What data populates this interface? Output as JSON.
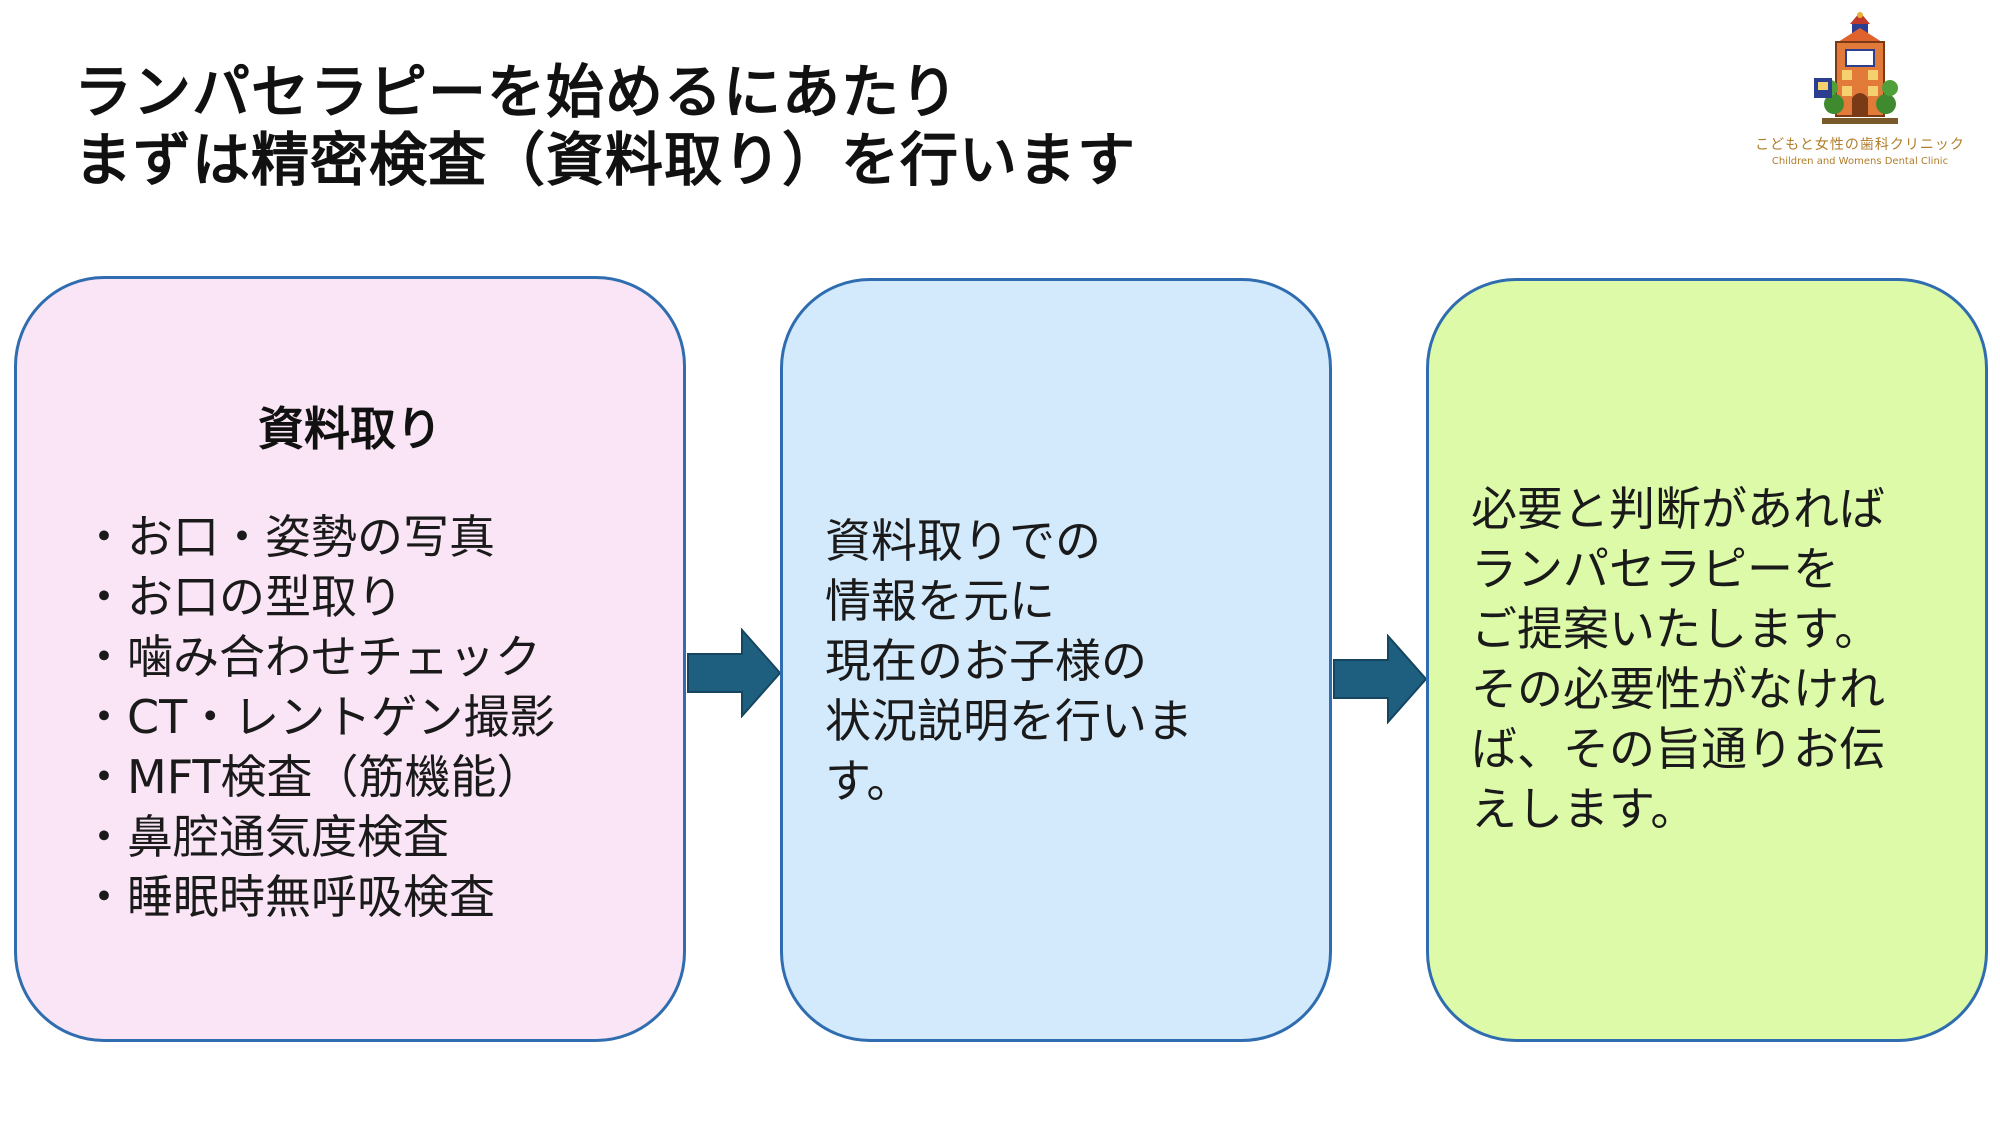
{
  "title": {
    "line1": "ランパセラピーを始めるにあたり",
    "line2": "まずは精密検査（資料取り）を行います"
  },
  "logo": {
    "jp_text": "こどもと女性の歯科クリニック",
    "en_text": "Children and Womens Dental Clinic"
  },
  "step1": {
    "heading": "資料取り",
    "items": [
      "・お口・姿勢の写真",
      "・お口の型取り",
      "・噛み合わせチェック",
      "・CT・レントゲン撮影",
      "・MFT検査（筋機能）",
      "・鼻腔通気度検査",
      "・睡眠時無呼吸検査"
    ]
  },
  "step2": {
    "lines": [
      "資料取りでの",
      "情報を元に",
      "現在のお子様の",
      "状況説明を行いま",
      "す。"
    ]
  },
  "step3": {
    "lines": [
      "必要と判断があれば",
      "ランパセラピーを",
      "ご提案いたします。",
      "その必要性がなけれ",
      "ば、その旨通りお伝",
      "えします。"
    ]
  },
  "colors": {
    "step1_fill": "#f9e5f5",
    "step2_fill": "#d3eafc",
    "step3_fill": "#dcfaa8",
    "box_border": "#2f6db0",
    "arrow_fill": "#1e5f80",
    "logo_text": "#b07d2a"
  }
}
